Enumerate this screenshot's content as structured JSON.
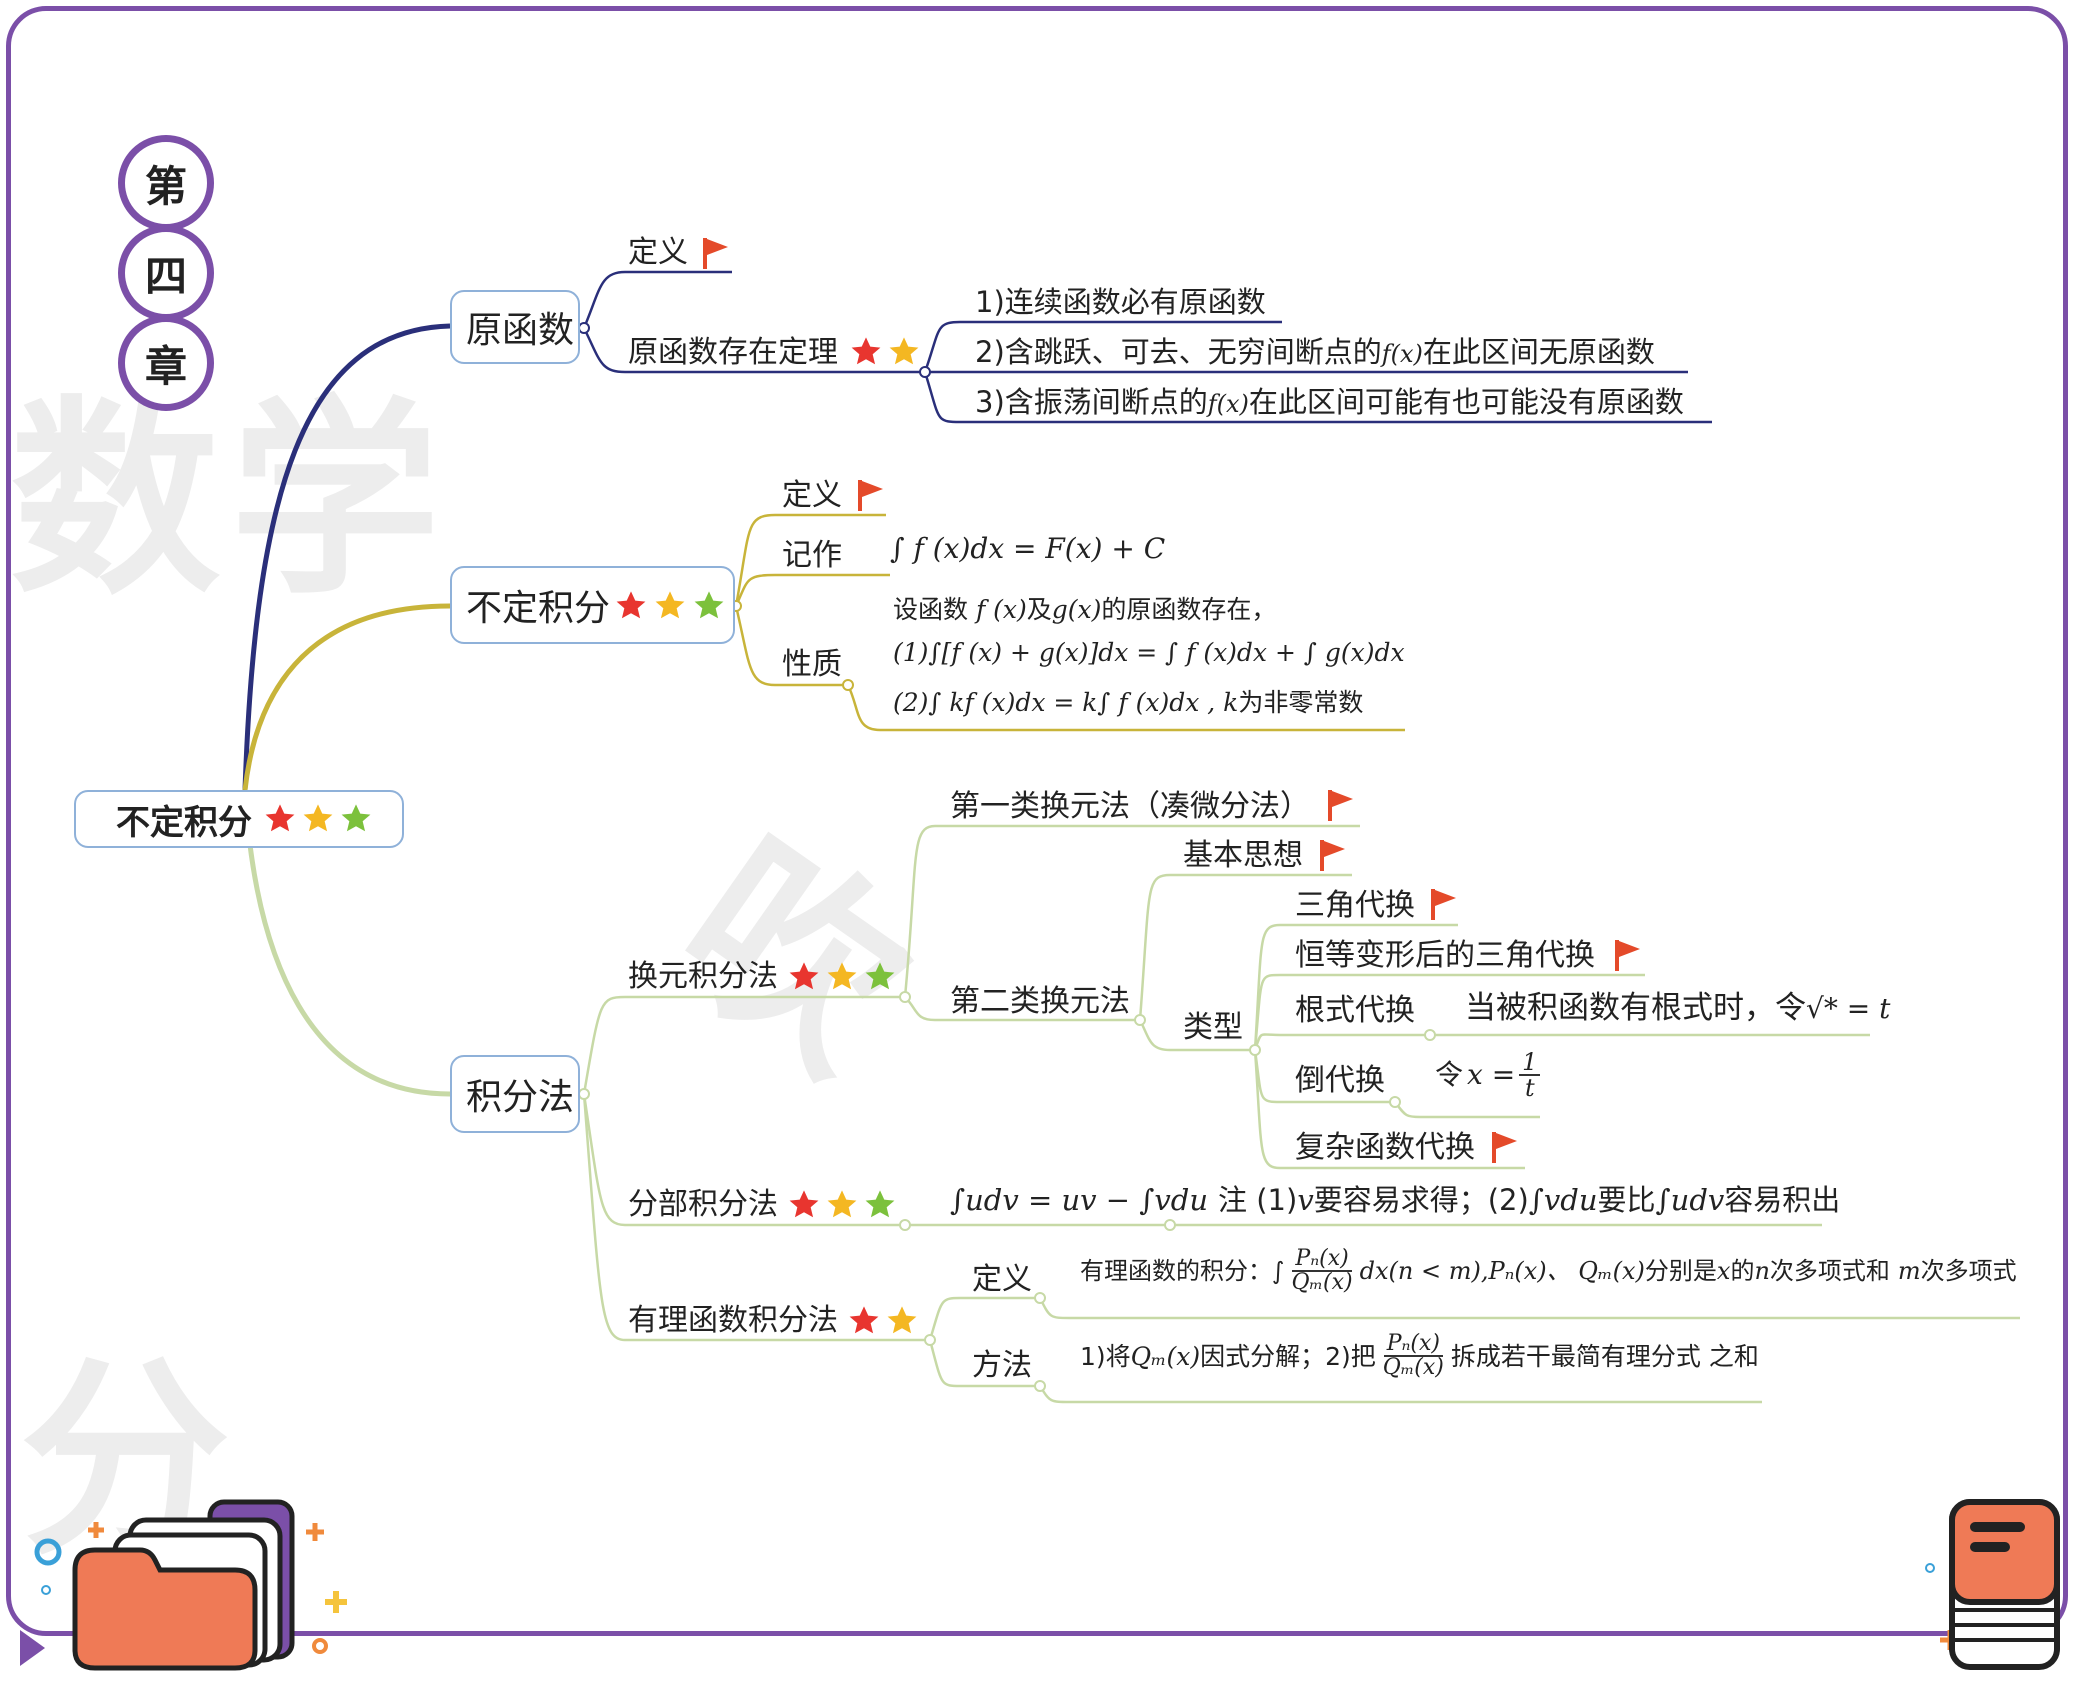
{
  "chapter": {
    "chars": [
      "第",
      "四",
      "章"
    ]
  },
  "watermark": {
    "chars": [
      "数",
      "学",
      "吹",
      "分"
    ]
  },
  "colors": {
    "frame": "#7b4fa8",
    "branch1": "#2a2f7a",
    "branch2": "#c8b43a",
    "branch3": "#c7d9a6",
    "star_red": "#e8352f",
    "star_yellow": "#f4b722",
    "star_green": "#7cc13c",
    "flag": "#e44a2a",
    "folder": "#ef7a56",
    "node_border": "#8fb1d9"
  },
  "root": {
    "label": "不定积分"
  },
  "b1": {
    "label": "原函数",
    "def": "定义",
    "theorem": "原函数存在定理",
    "items": [
      "1)连续函数必有原函数",
      "2)含跳跃、可去、无穷间断点的",
      "在此区间无原函数",
      "3)含振荡间断点的",
      "在此区间可能有也可能没有原函数"
    ],
    "fx": "f(x)"
  },
  "b2": {
    "label": "不定积分",
    "def": "定义",
    "notation": "记作",
    "notation_formula": "∫ f (x)dx = F(x) + C",
    "property": "性质",
    "p0": "设函数",
    "p0_fx": "f (x)",
    "p0_and": "及",
    "p0_gx": "g(x)",
    "p0_rest": "的原函数存在，",
    "p1": "(1)∫[f (x) + g(x)]dx = ∫ f (x)dx + ∫ g(x)dx",
    "p2": "(2)∫ kf (x)dx = k∫ f (x)dx , k",
    "p2_rest": "为非零常数"
  },
  "b3": {
    "label": "积分法",
    "sub": {
      "label": "换元积分法",
      "first": "第一类换元法（凑微分法）",
      "basic": "基本思想",
      "second": "第二类换元法",
      "type": "类型",
      "t1": "三角代换",
      "t2": "恒等变形后的三角代换",
      "t3": "根式代换",
      "t3_desc": "当被积函数有根式时，令",
      "t3_formula": "√* = t",
      "t4": "倒代换",
      "t4_desc": "令",
      "t4_x": "x =",
      "t4_num": "1",
      "t4_den": "t",
      "t5": "复杂函数代换"
    },
    "parts": {
      "label": "分部积分法",
      "formula": "∫udv = uv − ∫vdu",
      "note_a": "注 (1)",
      "note_v": "v",
      "note_b": "要容易求得；(2)",
      "note_vdu": "∫vdu",
      "note_c": "要比",
      "note_udv": "∫udv",
      "note_d": "容易积出"
    },
    "rational": {
      "label": "有理函数积分法",
      "def": "定义",
      "def_a": "有理函数的积分：∫",
      "def_num": "Pₙ(x)",
      "def_den": "Qₘ(x)",
      "def_b": "dx(n < m),",
      "def_c": "Pₙ(x)、 Qₘ(x)",
      "def_d": "分别是",
      "def_x": "x",
      "def_e": "的",
      "def_n": "n",
      "def_f": "次多项式和",
      "def_m": "m",
      "def_g": "次多项式",
      "method": "方法",
      "m_a": "1)将",
      "m_q": "Qₘ(x)",
      "m_b": "因式分解；2)把",
      "m_num": "Pₙ(x)",
      "m_den": "Qₘ(x)",
      "m_c": "拆成若干最简有理分式 之和"
    }
  }
}
